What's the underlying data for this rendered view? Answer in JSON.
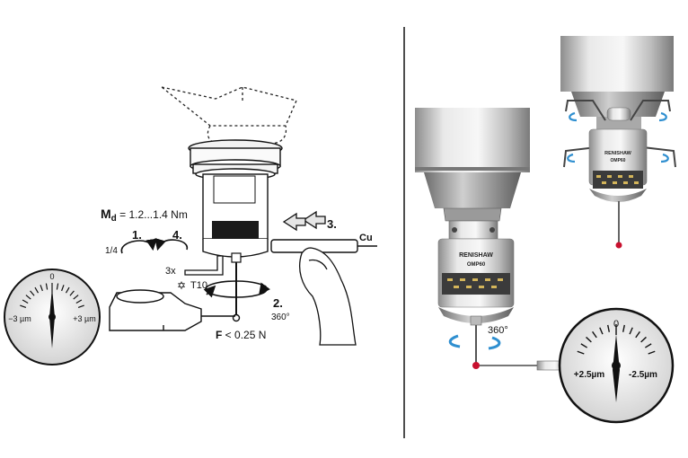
{
  "left": {
    "torque_symbol": "M",
    "torque_sub": "d",
    "torque_value": " = 1.2...1.4 Nm",
    "step1": "1.",
    "step1_fraction": "1/4",
    "step2": "2.",
    "step2_angle": "360°",
    "step3": "3.",
    "step4": "4.",
    "count": "3x",
    "tool": "T10",
    "material": "Cu",
    "force_symbol": "F",
    "force_value": " < 0.25 N",
    "gauge": {
      "zero": "0",
      "left": "−3 µm",
      "right": "+3 µm"
    }
  },
  "right": {
    "brand": "RENISHAW",
    "model": "OMP60",
    "brand_small": "RENISHAW",
    "model_small": "OMP60",
    "rotation": "360°",
    "gauge": {
      "zero": "0",
      "left": "+2.5µm",
      "right": "-2.5µm"
    }
  },
  "colors": {
    "arrow_blue": "#2f8fd0",
    "probe_red": "#c8102e",
    "dark": "#111111"
  }
}
